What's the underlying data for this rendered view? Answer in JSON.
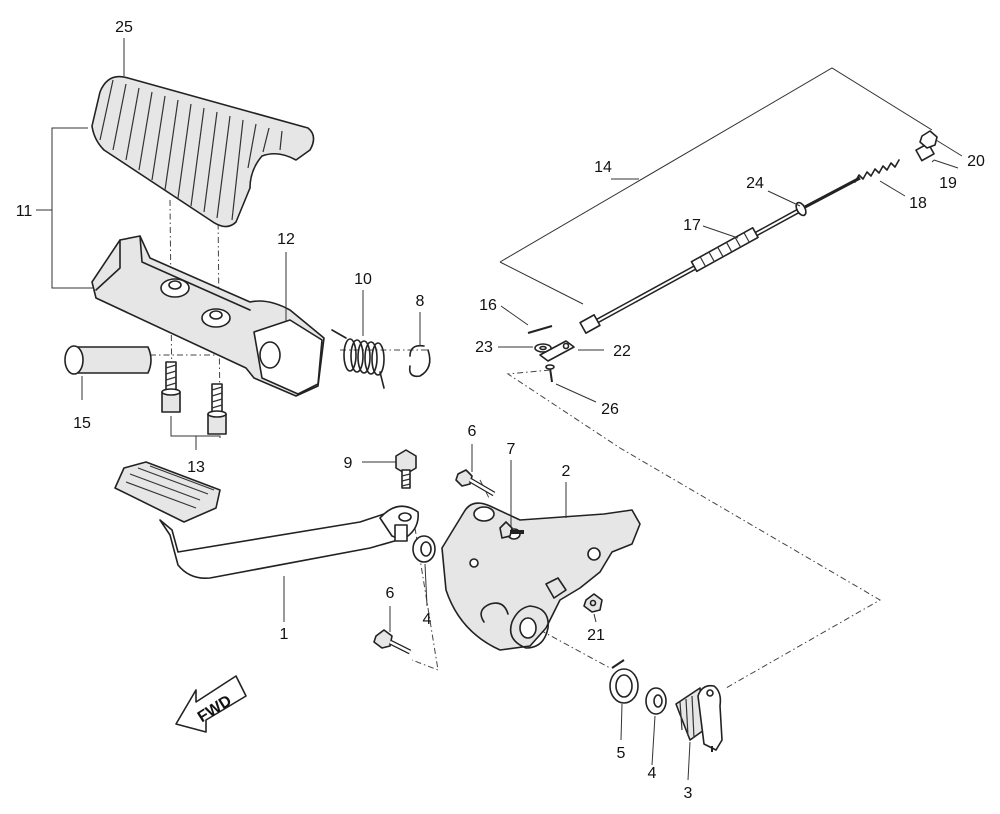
{
  "callouts": {
    "c1": "1",
    "c2": "2",
    "c3": "3",
    "c4a": "4",
    "c4b": "4",
    "c5": "5",
    "c6a": "6",
    "c6b": "6",
    "c7": "7",
    "c8": "8",
    "c9": "9",
    "c10": "10",
    "c11": "11",
    "c12": "12",
    "c13": "13",
    "c14": "14",
    "c15": "15",
    "c16": "16",
    "c17": "17",
    "c18": "18",
    "c19": "19",
    "c20": "20",
    "c21": "21",
    "c22": "22",
    "c23": "23",
    "c24": "24",
    "c25": "25",
    "c26": "26"
  },
  "direction": {
    "label": "FWD"
  }
}
